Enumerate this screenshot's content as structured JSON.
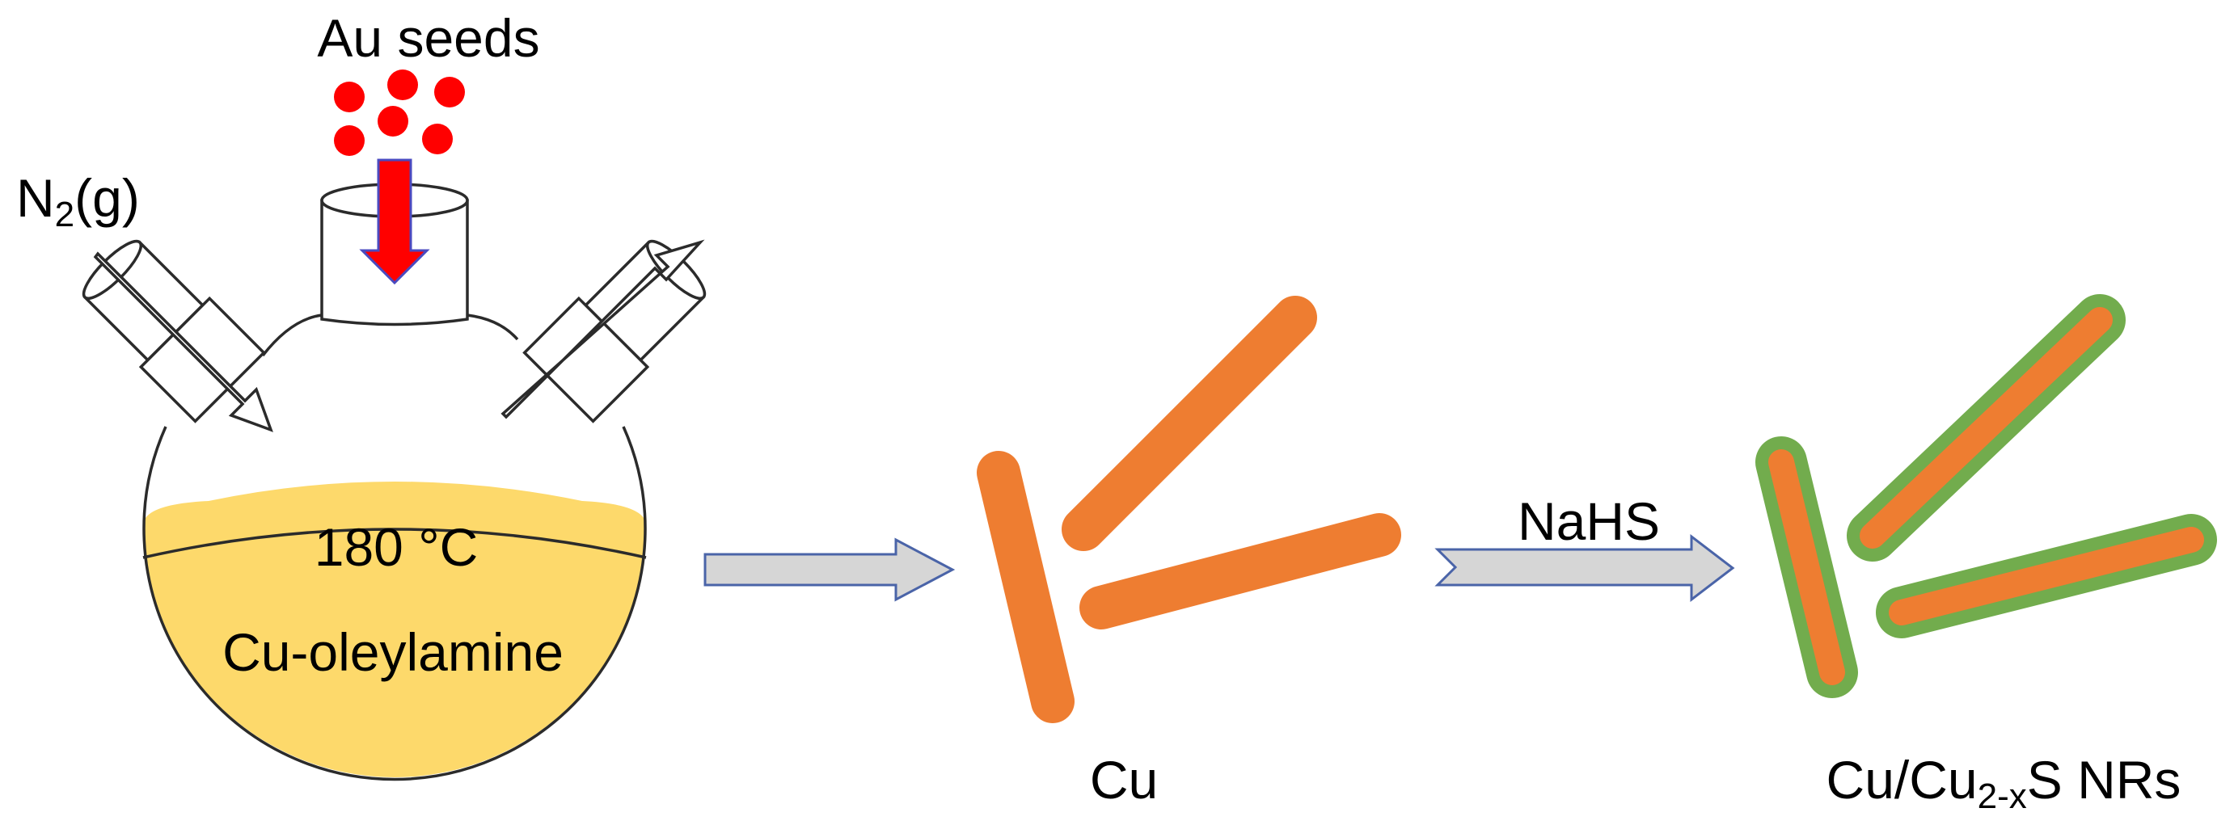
{
  "labels": {
    "au_seeds": "Au seeds",
    "n2_main": "N",
    "n2_sub": "2",
    "n2_tail": "(g)",
    "temperature": "180 °C",
    "solution": "Cu-oleylamine",
    "reagent": "NaHS",
    "cu_caption": "Cu",
    "product_a": "Cu/Cu",
    "product_sub": "2-x",
    "product_b": "S NRs"
  },
  "colors": {
    "seed_dot": "#ff0000",
    "down_arrow": "#ff0000",
    "down_arrow_edge": "#4a4ac0",
    "solution_fill": "#fdd96b",
    "rod_core": "#ee7d31",
    "rod_shell": "#72ac4d",
    "process_arrow_fill": "#d6d6d6",
    "process_arrow_edge": "#4a64a8",
    "outline": "#2b2b2b"
  },
  "icons": {
    "flask": "three-neck-round-bottom-flask",
    "gas_in": "hollow-arrow-in",
    "gas_out": "hollow-arrow-out"
  }
}
